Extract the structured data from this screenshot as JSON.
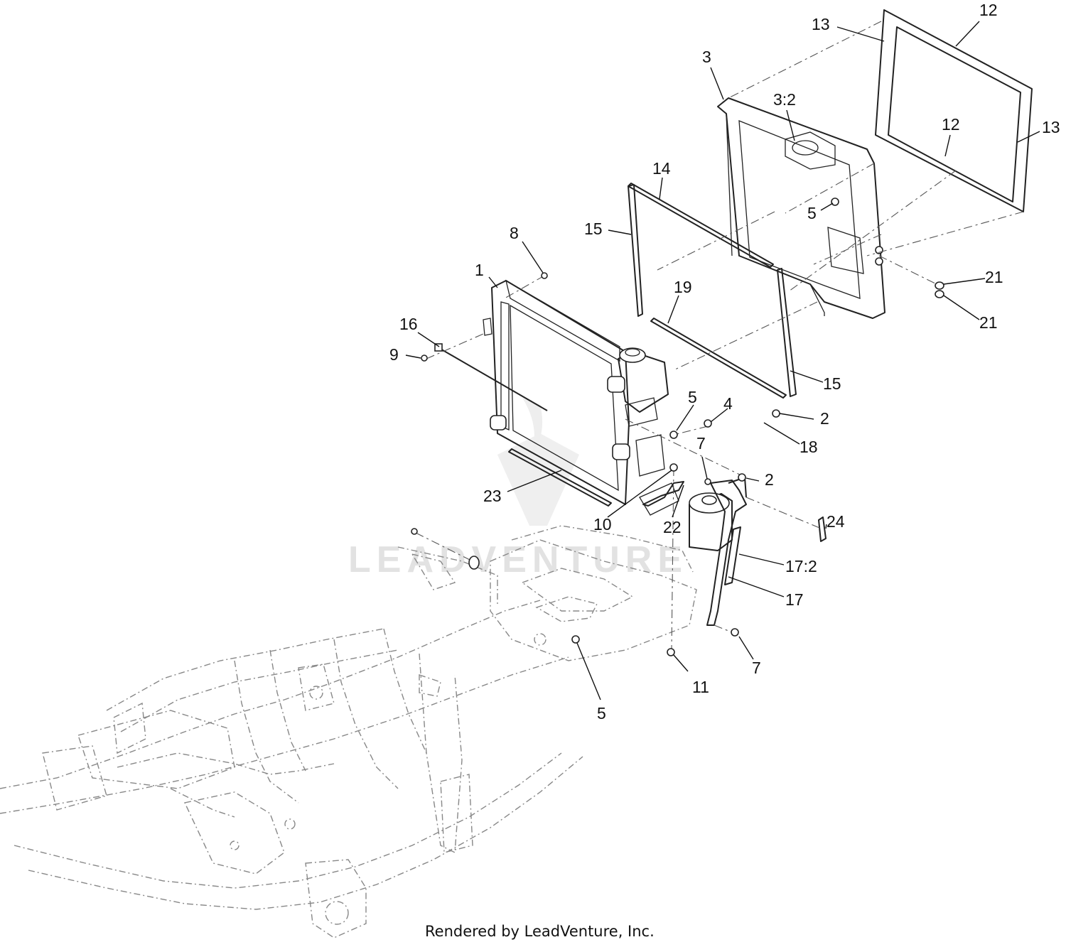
{
  "diagram": {
    "callouts": [
      {
        "id": "c13a",
        "text": "13"
      },
      {
        "id": "c12a",
        "text": "12"
      },
      {
        "id": "c3",
        "text": "3"
      },
      {
        "id": "c32",
        "text": "3:2"
      },
      {
        "id": "c12b",
        "text": "12"
      },
      {
        "id": "c13b",
        "text": "13"
      },
      {
        "id": "c14",
        "text": "14"
      },
      {
        "id": "c5a",
        "text": "5"
      },
      {
        "id": "c15a",
        "text": "15"
      },
      {
        "id": "c8",
        "text": "8"
      },
      {
        "id": "c1",
        "text": "1"
      },
      {
        "id": "c21a",
        "text": "21"
      },
      {
        "id": "c19",
        "text": "19"
      },
      {
        "id": "c21b",
        "text": "21"
      },
      {
        "id": "c16",
        "text": "16"
      },
      {
        "id": "c9",
        "text": "9"
      },
      {
        "id": "c15b",
        "text": "15"
      },
      {
        "id": "c5b",
        "text": "5"
      },
      {
        "id": "c4",
        "text": "4"
      },
      {
        "id": "c2a",
        "text": "2"
      },
      {
        "id": "c18",
        "text": "18"
      },
      {
        "id": "c7a",
        "text": "7"
      },
      {
        "id": "c2b",
        "text": "2"
      },
      {
        "id": "c23",
        "text": "23"
      },
      {
        "id": "c10",
        "text": "10"
      },
      {
        "id": "c22",
        "text": "22"
      },
      {
        "id": "c24",
        "text": "24"
      },
      {
        "id": "c172",
        "text": "17:2"
      },
      {
        "id": "c17",
        "text": "17"
      },
      {
        "id": "c7b",
        "text": "7"
      },
      {
        "id": "c11",
        "text": "11"
      },
      {
        "id": "c5c",
        "text": "5"
      }
    ],
    "watermark": "LEADVENTURE",
    "footer": "Rendered by LeadVenture, Inc."
  }
}
